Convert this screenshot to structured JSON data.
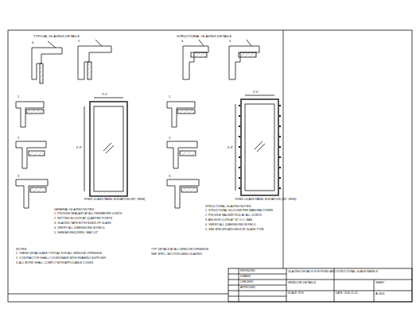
{
  "diagram": {
    "labels": [
      "TYPICAL GLAZING DETAILS",
      "STRUCTURAL GLAZING DETAILS",
      "1",
      "2",
      "3",
      "4",
      "5",
      "1",
      "2",
      "3",
      "4",
      "5",
      "FIXED GLASS PANEL ELEVATION (INT. VIEW)",
      "FIXED GLASS PANEL ELEVATION (INT. VIEW)",
      "3'-0\"",
      "6'-8\"",
      "3'-0\"",
      "6'-8\"",
      "GENERAL GLAZING NOTES:",
      "1. PROVIDE SEALANT AT ALL PERIMETER JOINTS",
      "2. SETTING BLOCKS AT QUARTER POINTS",
      "3. GLAZING TAPE BOTH SIDES OF GLASS",
      "4. VERIFY ALL DIMENSIONS IN FIELD",
      "5. SHIM AS REQUIRED, MAX 1/2\"",
      "STRUCTURAL GLAZING NOTES:",
      "1. STRUCTURAL SILICONE PER MANUFACTURER",
      "2. PROVIDE BACKER ROD AT ALL JOINTS",
      "3. ANCHOR CLIPS AT 16\" O.C. MAX",
      "4. VERIFY ALL DIMENSIONS IN FIELD",
      "5. SEE SPECIFICATIONS FOR GLASS TYPE",
      "NOTES:",
      "1. THESE DETAILS ARE TYPICAL FOR ALL WINDOW OPENINGS",
      "2. CONTRACTOR SHALL COORDINATE WITH FRAMING SUPPLIER",
      "3. ALL WORK SHALL COMPLY WITH APPLICABLE CODES",
      "TYP. DETAILS AT ALL WINDOW OPENINGS",
      "SEE SPEC. SECTION 08800 GLAZING",
      "REVISIONS",
      "DRAWN",
      "CHECKED",
      "APPROVED",
      "GLAZING DETAILS FOR FIXED AND STRUCTURAL GLASS PANELS",
      "WINDOW DETAILS",
      "SCALE: NTS",
      "DATE: 2005-11-01",
      "SHEET",
      "A-501"
    ]
  }
}
